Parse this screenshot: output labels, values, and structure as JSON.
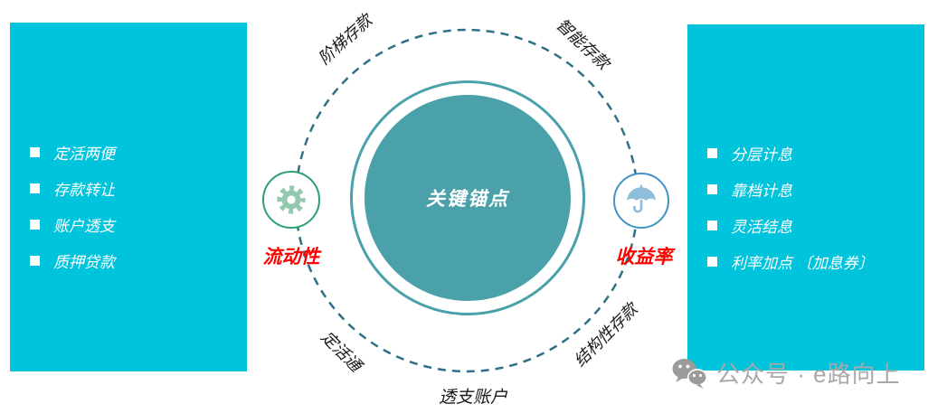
{
  "left_panel": {
    "items": [
      "定活两便",
      "存款转让",
      "账户透支",
      "质押贷款"
    ]
  },
  "right_panel": {
    "items": [
      "分层计息",
      "靠档计息",
      "灵活结息",
      "利率加点 〔加息券〕"
    ]
  },
  "center": {
    "label": "关键锚点"
  },
  "orbit_labels": {
    "top_left": "阶梯存款",
    "top_right": "智能存款",
    "bottom_left": "定活通",
    "bottom_center": "透支账户",
    "bottom_right": "结构性存款"
  },
  "nodes": {
    "left": {
      "icon": "gear-icon",
      "label": "流动性"
    },
    "right": {
      "icon": "umbrella-icon",
      "label": "收益率"
    }
  },
  "watermark": {
    "icon": "wechat-icon",
    "text": "公众号 · e路向上"
  },
  "colors": {
    "panel_cyan": "#00C3DC",
    "center_teal": "#4AA1A9",
    "orbit_dash": "#2F7086",
    "gear_fill": "#93C9AE",
    "gear_ring": "#2E9F70",
    "umbrella_fill": "#8FBEDB",
    "umbrella_ring": "#4394C6",
    "metric_red": "#FF0000",
    "watermark_gray": "#A8A8A8",
    "label_black": "#1a1a1a"
  }
}
